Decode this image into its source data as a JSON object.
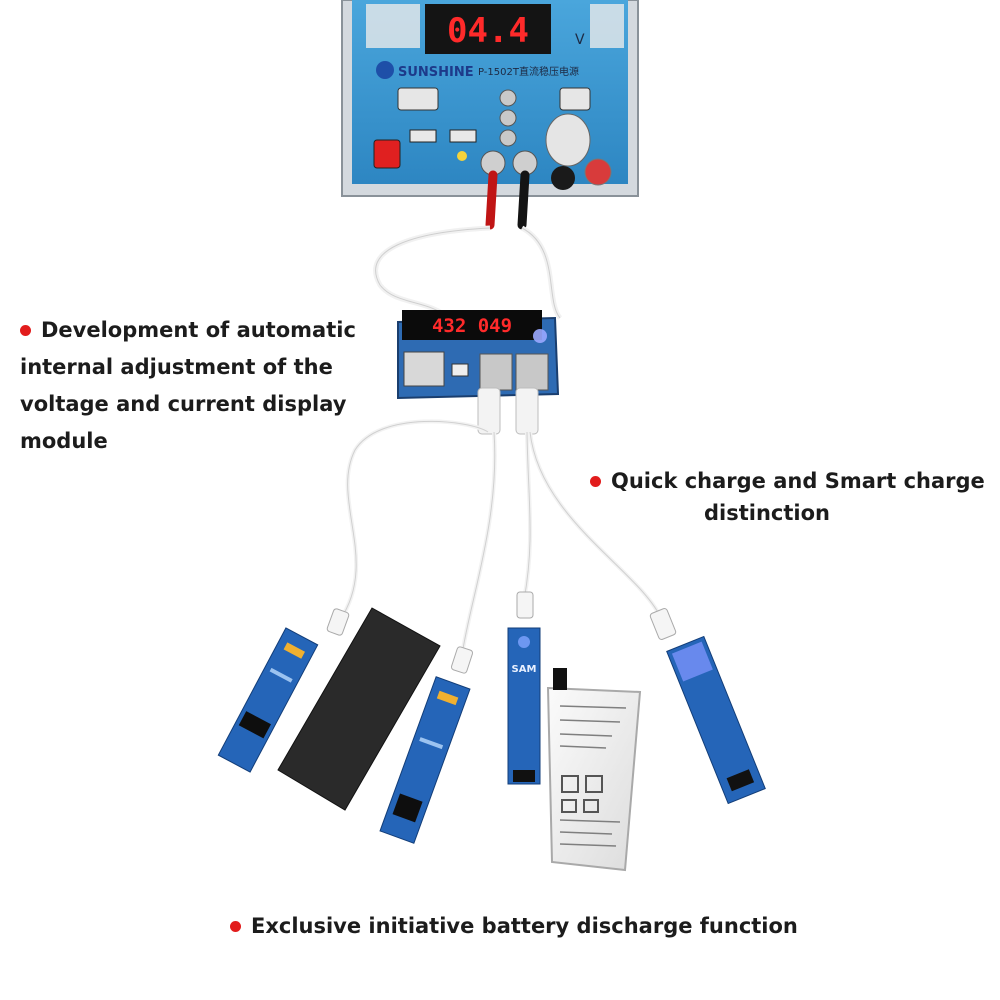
{
  "colors": {
    "psu_panel": "#3f9fd6",
    "psu_frame": "#cfd6dc",
    "led_red": "#ff2a2a",
    "pcb_blue": "#2565b8",
    "bullet": "#e21c1c",
    "caption_text": "#1c1c1c"
  },
  "psu": {
    "display": "04.4",
    "unit": "V",
    "brand": "SUNSHINE",
    "model": "P-1502T直流稳压电源"
  },
  "module": {
    "display": "432 049"
  },
  "boards": {
    "sam_label": "SAM"
  },
  "captions": {
    "dev_line1": "Development of automatic",
    "dev_line2": "internal adjustment of the",
    "dev_line3": "voltage and current display",
    "dev_line4": "module",
    "quick_line1": "Quick charge and Smart charge",
    "quick_line2": "distinction",
    "exclusive": "Exclusive initiative battery discharge function"
  }
}
